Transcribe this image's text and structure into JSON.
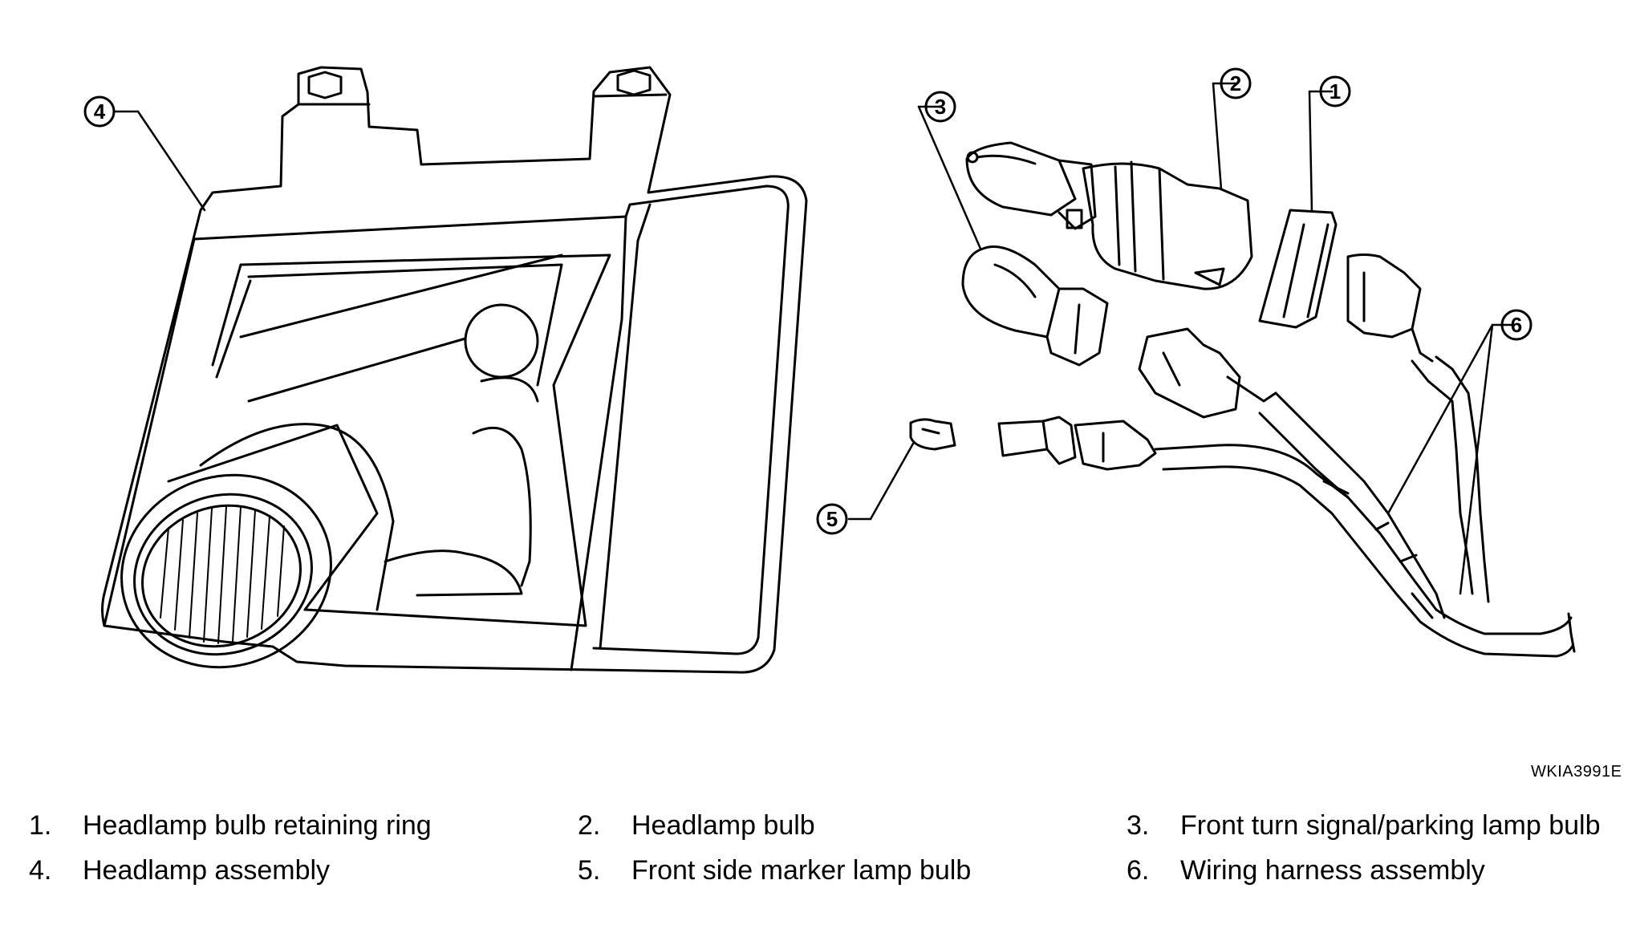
{
  "figure_code": "WKIA3991E",
  "callouts": [
    "1",
    "2",
    "3",
    "4",
    "5",
    "6"
  ],
  "legend": [
    {
      "num": "1.",
      "label": "Headlamp bulb retaining ring"
    },
    {
      "num": "2.",
      "label": "Headlamp bulb"
    },
    {
      "num": "3.",
      "label": "Front turn signal/parking lamp bulb"
    },
    {
      "num": "4.",
      "label": "Headlamp assembly"
    },
    {
      "num": "5.",
      "label": "Front side marker lamp bulb"
    },
    {
      "num": "6.",
      "label": "Wiring harness assembly"
    }
  ]
}
